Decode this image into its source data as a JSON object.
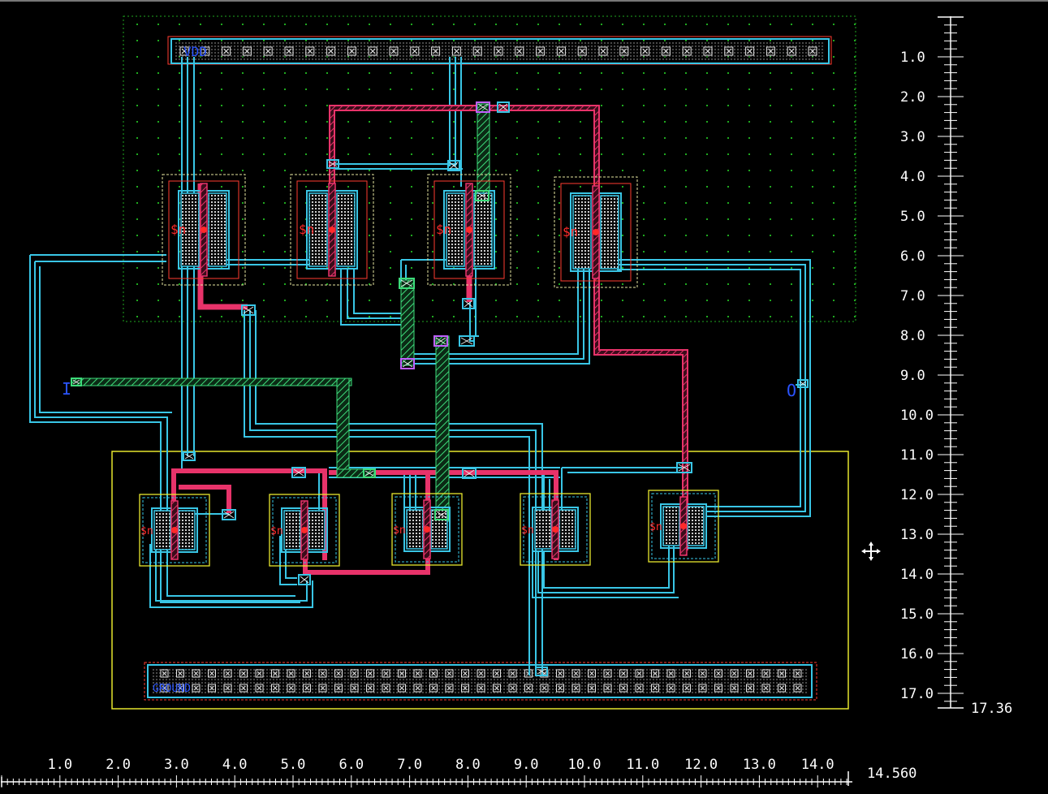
{
  "editor": {
    "background": "#000000",
    "cursor_icon": "crosshair-move-icon"
  },
  "colors": {
    "metal1": "#39c6e6",
    "poly": "#e8336a",
    "metal2": "#3ddc7a",
    "nwell_dots": "#1fa81f",
    "pwell": "#e6e62e",
    "select": "#ff3b30",
    "active_fill": "#cfcfcf",
    "ruler": "#ffffff",
    "contact": "#e6e6e6",
    "label_blue": "#2a54ff",
    "label_red": "#ff2a2a"
  },
  "labels": {
    "vdd": "VDD",
    "gnd": "GROUND",
    "input": "I",
    "output": "O",
    "transistor": "$n"
  },
  "ruler": {
    "vertical_ticks": [
      "1.0",
      "2.0",
      "3.0",
      "4.0",
      "5.0",
      "6.0",
      "7.0",
      "8.0",
      "9.0",
      "10.0",
      "11.0",
      "12.0",
      "13.0",
      "14.0",
      "15.0",
      "16.0",
      "17.0"
    ],
    "vertical_end": "17.36",
    "horizontal_ticks": [
      "1.0",
      "2.0",
      "3.0",
      "4.0",
      "5.0",
      "6.0",
      "7.0",
      "8.0",
      "9.0",
      "10.0",
      "11.0",
      "12.0",
      "13.0",
      "14.0"
    ],
    "horizontal_end": "14.560"
  }
}
